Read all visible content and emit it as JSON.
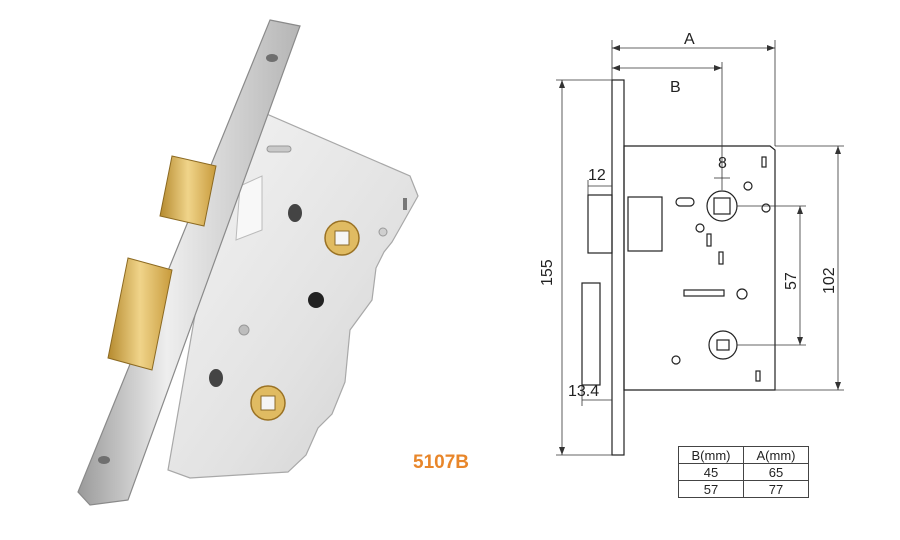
{
  "product": {
    "model_code": "5107B",
    "colors": {
      "model_code": "#e8862a",
      "brass": "#d9b45a",
      "steel": "#dcdcdc"
    }
  },
  "drawing": {
    "dimensions": {
      "A": "A",
      "B": "B",
      "backset_hole": "8",
      "latch_width": "12",
      "height_total": "155",
      "center_distance": "57",
      "case_height": "102",
      "bolt_offset": "13.4"
    }
  },
  "spec_table": {
    "headers": [
      "B(mm)",
      "A(mm)"
    ],
    "rows": [
      [
        "45",
        "65"
      ],
      [
        "57",
        "77"
      ]
    ]
  }
}
